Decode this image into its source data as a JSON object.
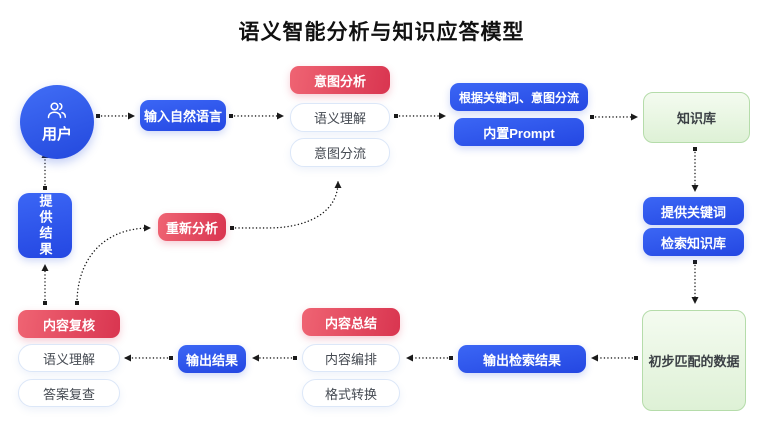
{
  "title": "语义智能分析与知识应答模型",
  "colors": {
    "c-blue-light": "#3b66f5",
    "c-blue-dark": "#2447e2",
    "c-red-light": "#ef6473",
    "c-red-dark": "#d93550",
    "c-green-light": "#f4fbf0",
    "c-green-dark": "#def1d6",
    "c-green-border": "#b5dcaa",
    "c-white-border": "#dce7f8",
    "c-ink": "#1a1a1a",
    "c-text": "#454a52"
  },
  "flow": {
    "user": {
      "label": "用户",
      "icon": "users-icon"
    },
    "input_natural_language": {
      "label": "输入自然语言"
    },
    "groups": [
      {
        "header": "意图分析",
        "items": [
          "语义理解",
          "意图分流"
        ]
      },
      {
        "header": "内容总结",
        "items": [
          "内容编排",
          "格式转换"
        ]
      },
      {
        "header": "内容复核",
        "items": [
          "语义理解",
          "答案复查"
        ]
      }
    ],
    "keyword_intent_route": {
      "label": "根据关键词、意图分流"
    },
    "builtin_prompt": {
      "label": "内置Prompt"
    },
    "knowledge_base": {
      "label": "知识库"
    },
    "provide_keywords": {
      "label": "提供关键词"
    },
    "search_knowledge_base": {
      "label": "检索知识库"
    },
    "matched_data": {
      "label": "初步匹配的数据"
    },
    "output_search_results": {
      "label": "输出检索结果"
    },
    "output_result": {
      "label": "输出结果"
    },
    "provide_result": {
      "label": "提供结果"
    },
    "reanalyze": {
      "label": "重新分析"
    }
  }
}
